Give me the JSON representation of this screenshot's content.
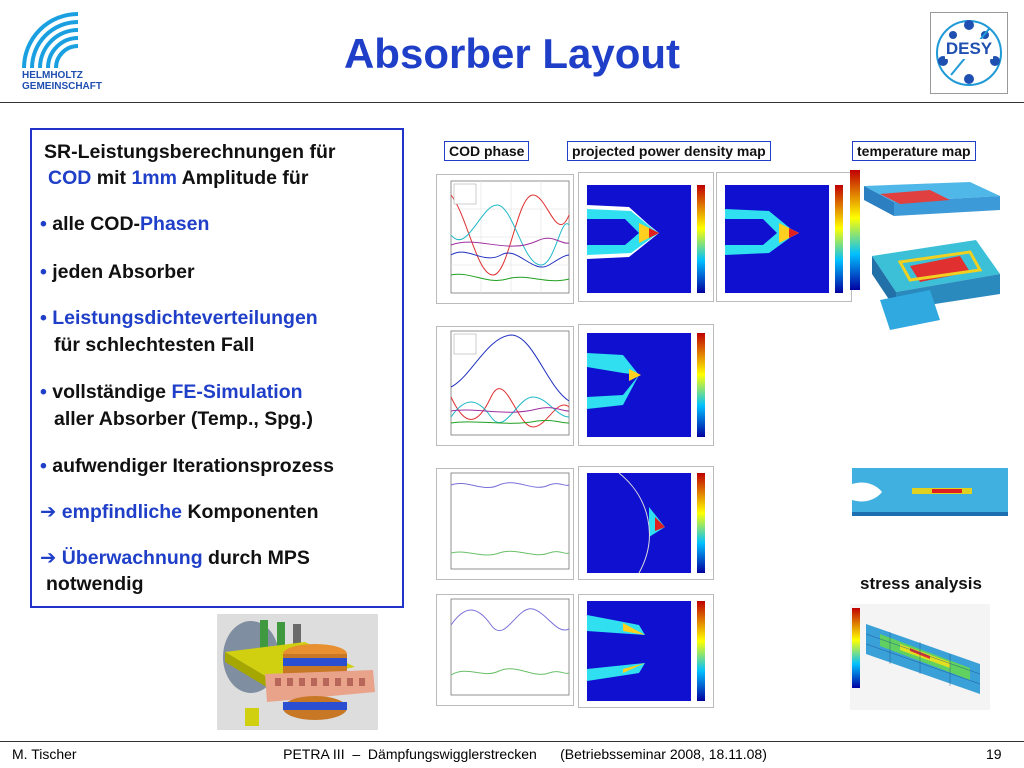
{
  "header": {
    "title": "Absorber Layout",
    "logo_left": {
      "line1": "HELMHOLTZ",
      "line2": "GEMEINSCHAFT"
    },
    "logo_right": {
      "text": "DESY"
    }
  },
  "textbox": {
    "intro_part1": "SR-",
    "intro_part2": "Leistungsberechnungen für",
    "intro_cod": "COD",
    "intro_mit": " mit ",
    "intro_1mm": "1mm",
    "intro_rest": " Amplitude für",
    "b1_pre": "alle COD-",
    "b1_hl": "Phasen",
    "b2": "jeden Absorber",
    "b3_hl": "Leistungsdichteverteilungen",
    "b3_rest": "für schlechtesten Fall",
    "b4_pre": "vollständige ",
    "b4_hl": "FE-Simulation",
    "b4_rest": "aller Absorber (Temp., Spg.)",
    "b5": "aufwendiger Iterationsprozess",
    "a1_hl": "empfindliche",
    "a1_rest": " Komponenten",
    "a2_hl": "Überwachnung",
    "a2_rest": " durch MPS",
    "a2_line2": "notwendig",
    "bullet_char": "•",
    "arrow_char": "➔"
  },
  "labels": {
    "cod_phase": "COD phase",
    "power_map": "projected power density map",
    "temp_map": "temperature map",
    "stress": "stress analysis"
  },
  "footer": {
    "author": "M. Tischer",
    "center": "PETRA III  –  Dämpfungswigglerstrecken      (Betriebsseminar 2008, 18.11.08)",
    "page": "19"
  },
  "colors": {
    "accent": "#1f3fc8",
    "border": "#2233cc"
  }
}
